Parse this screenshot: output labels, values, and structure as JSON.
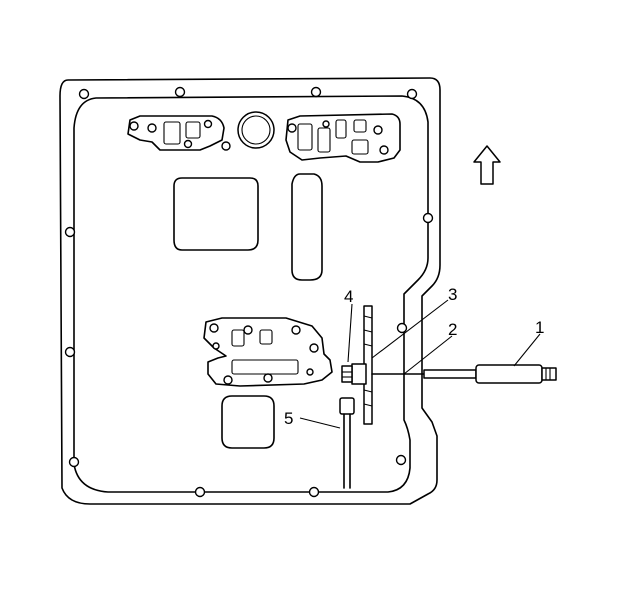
{
  "callouts": [
    {
      "id": "1",
      "label": "1"
    },
    {
      "id": "2",
      "label": "2"
    },
    {
      "id": "3",
      "label": "3"
    },
    {
      "id": "4",
      "label": "4"
    },
    {
      "id": "5",
      "label": "5"
    }
  ],
  "icons": {
    "direction": "up-arrow-icon"
  }
}
